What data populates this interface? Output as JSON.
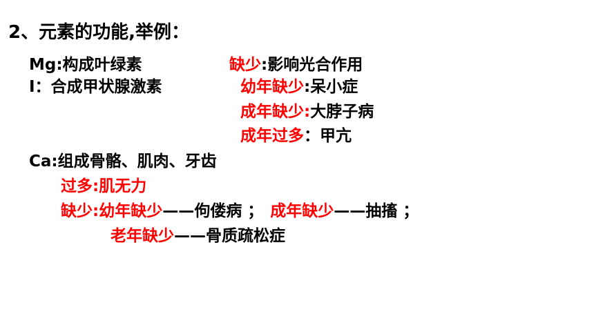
{
  "colors": {
    "text": "#000000",
    "highlight": "#ff0000",
    "background": "#ffffff"
  },
  "title": "2、元素的功能,举例：",
  "mg": {
    "label": "Mg:构成叶绿素",
    "lack_label": "缺少",
    "lack_effect": ":影响光合作用"
  },
  "iodine": {
    "label": "I：合成甲状腺激素",
    "child_lack_label": "幼年缺少",
    "child_lack_effect": ":呆小症",
    "adult_lack_label": "成年缺少:",
    "adult_lack_effect": "大脖子病",
    "adult_excess_label": "成年过多",
    "adult_excess_effect": "：甲亢"
  },
  "ca": {
    "label": "Ca:组成骨骼、肌肉、牙齿",
    "excess": "过多:肌无力",
    "lack_prefix": "缺少:",
    "child_lack_label": "幼年缺少",
    "child_lack_effect": "——佝偻病 ；",
    "adult_lack_label": "成年缺少",
    "adult_lack_effect": "——抽搐 ；",
    "old_lack_label": "老年缺少",
    "old_lack_effect": "——骨质疏松症"
  }
}
